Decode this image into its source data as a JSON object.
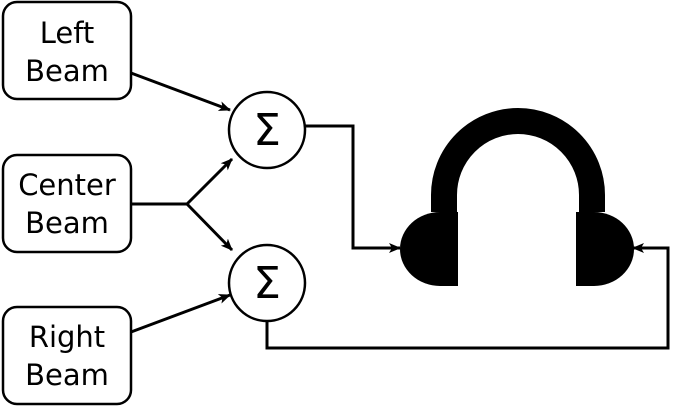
{
  "diagram": {
    "inputs": [
      {
        "line1": "Left",
        "line2": "Beam"
      },
      {
        "line1": "Center",
        "line2": "Beam"
      },
      {
        "line1": "Right",
        "line2": "Beam"
      }
    ],
    "summers": [
      {
        "symbol": "Σ"
      },
      {
        "symbol": "Σ"
      }
    ],
    "output_icon": "headphones-icon",
    "colors": {
      "stroke": "#000000",
      "fill": "#000000",
      "box_fill": "#ffffff"
    }
  }
}
